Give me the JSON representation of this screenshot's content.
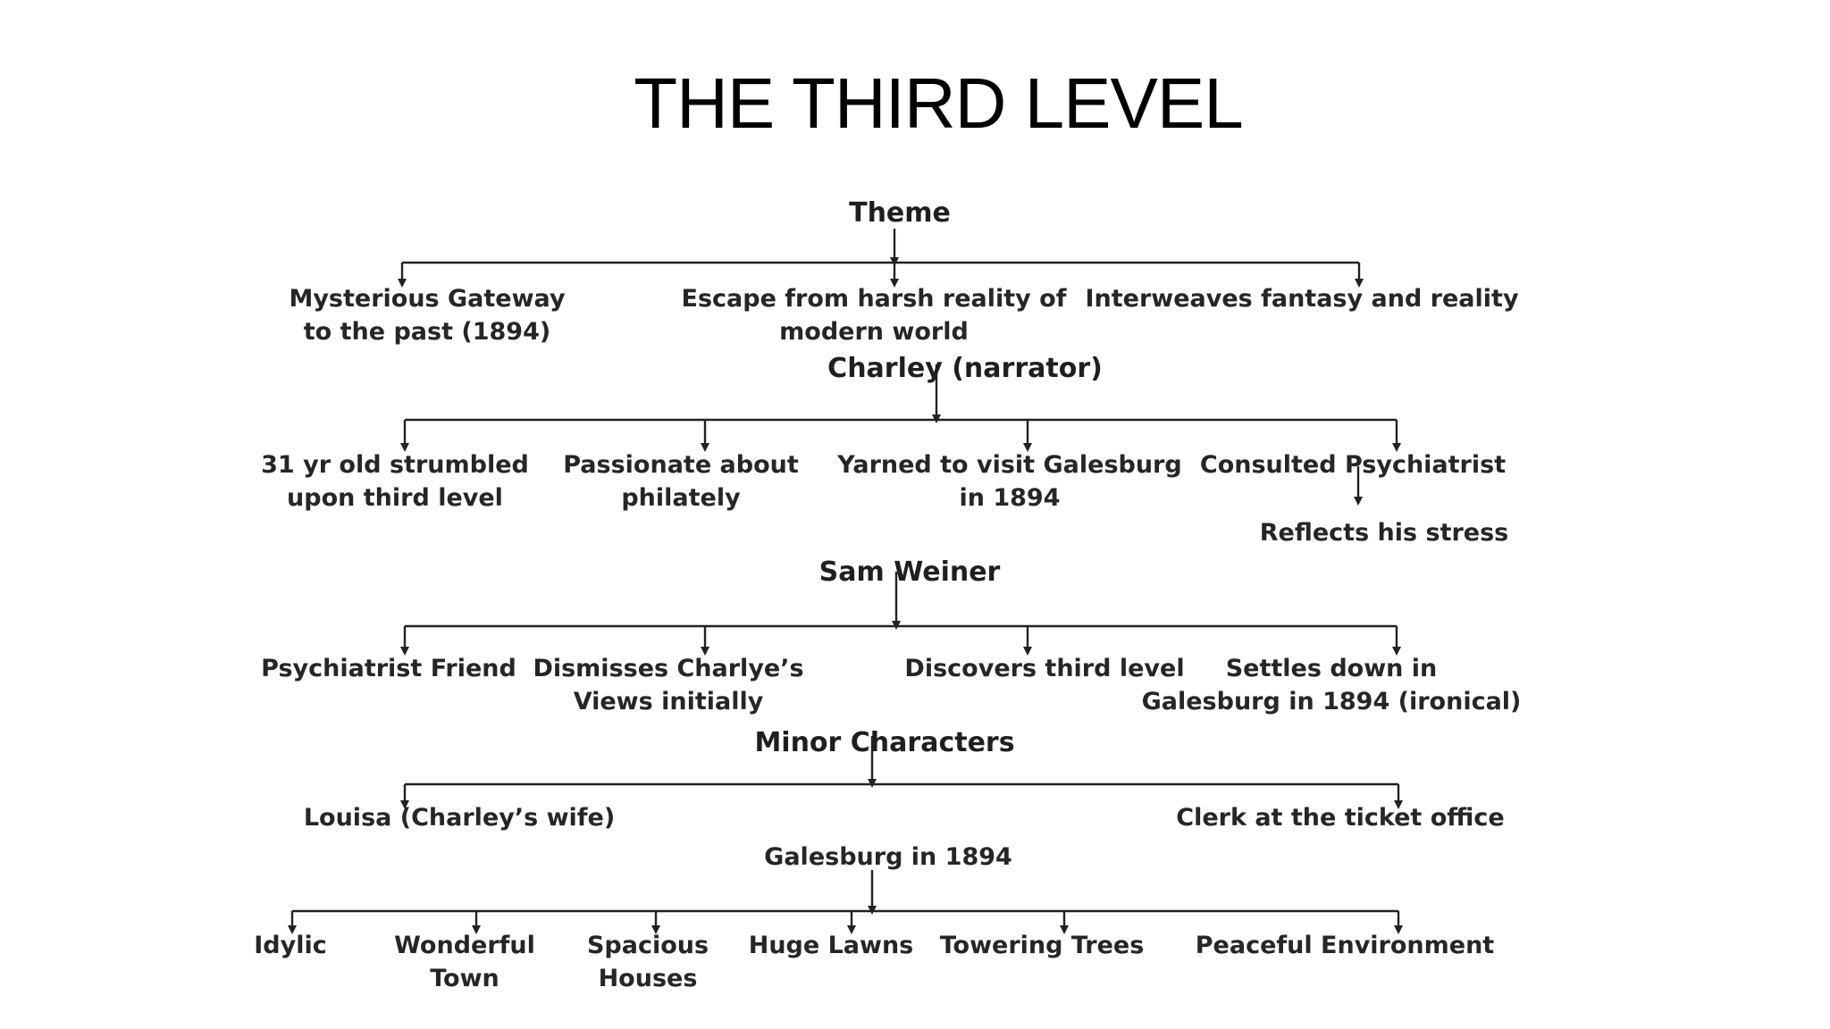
{
  "title": "THE THIRD LEVEL",
  "colors": {
    "text": "#262626",
    "connector": "#222222",
    "background": "#ffffff"
  },
  "sections": {
    "theme": {
      "heading": "Theme",
      "children": [
        {
          "lines": [
            "Mysterious Gateway",
            "to the past (1894)"
          ]
        },
        {
          "lines": [
            "Escape from harsh reality of",
            "modern world"
          ]
        },
        {
          "lines": [
            "Interweaves fantasy and reality"
          ]
        }
      ]
    },
    "charley": {
      "heading": "Charley (narrator)",
      "children": [
        {
          "lines": [
            "31 yr old strumbled",
            "upon third level"
          ]
        },
        {
          "lines": [
            "Passionate about",
            "philately"
          ]
        },
        {
          "lines": [
            "Yarned to visit Galesburg",
            "in 1894"
          ]
        },
        {
          "lines": [
            "Consulted Psychiatrist"
          ]
        }
      ],
      "sub_child": {
        "lines": [
          "Reflects his stress"
        ]
      }
    },
    "sam": {
      "heading": "Sam Weiner",
      "children": [
        {
          "lines": [
            "Psychiatrist Friend"
          ]
        },
        {
          "lines": [
            "Dismisses Charlye’s",
            "Views initially"
          ]
        },
        {
          "lines": [
            "Discovers third level"
          ]
        },
        {
          "lines": [
            "Settles down in",
            "Galesburg in 1894 (ironical)"
          ]
        }
      ]
    },
    "minor": {
      "heading": "Minor Characters",
      "children": [
        {
          "lines": [
            "Louisa (Charley’s wife)"
          ]
        },
        {
          "lines": [
            "Clerk at the ticket office"
          ]
        }
      ]
    },
    "galesburg": {
      "heading": "Galesburg in 1894",
      "children": [
        {
          "lines": [
            "Idylic"
          ]
        },
        {
          "lines": [
            "Wonderful",
            "Town"
          ]
        },
        {
          "lines": [
            "Spacious",
            "Houses"
          ]
        },
        {
          "lines": [
            "Huge Lawns"
          ]
        },
        {
          "lines": [
            "Towering Trees"
          ]
        },
        {
          "lines": [
            "Peaceful Environment"
          ]
        }
      ]
    }
  }
}
